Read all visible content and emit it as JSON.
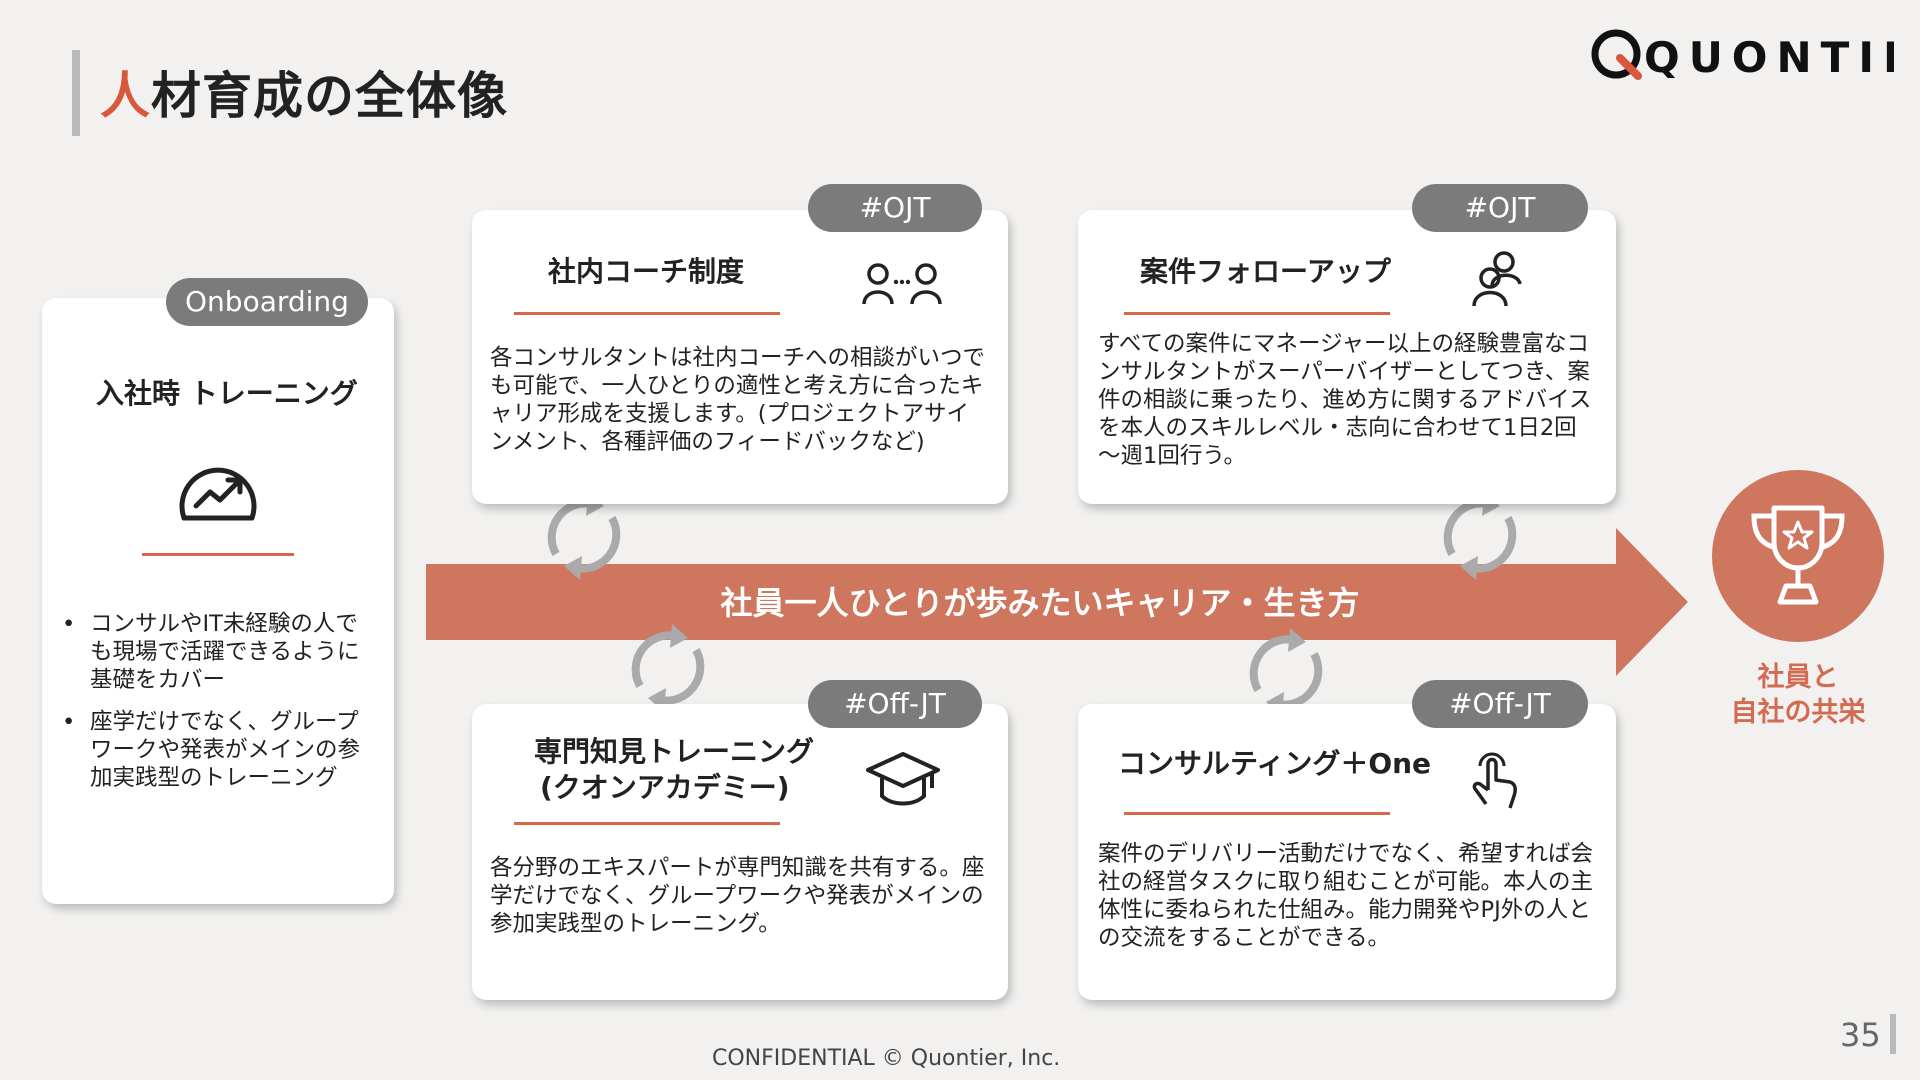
{
  "header": {
    "title_accent": "人",
    "title_rest": "材育成の全体像",
    "logo_text": "QUONTIER"
  },
  "onboarding": {
    "tag": "Onboarding",
    "title": "入社時 トレーニング",
    "icon": "growth-chart-icon",
    "bullets": [
      "コンサルやIT未経験の人でも現場で活躍できるように基礎をカバー",
      "座学だけでなく、グループワークや発表がメインの参加実践型のトレーニング"
    ]
  },
  "cards": {
    "coach": {
      "tag": "#OJT",
      "title": "社内コーチ制度",
      "icon": "people-link-icon",
      "body": "各コンサルタントは社内コーチへの相談がいつでも可能で、一人ひとりの適性と考え方に合ったキャリア形成を支援します。(プロジェクトアサインメント、各種評価のフィードバックなど)"
    },
    "followup": {
      "tag": "#OJT",
      "title": "案件フォローアップ",
      "icon": "two-people-icon",
      "body": "すべての案件にマネージャー以上の経験豊富なコンサルタントがスーパーバイザーとしてつき、案件の相談に乗ったり、進め方に関するアドバイスを本人のスキルレベル・志向に合わせて1日2回～週1回行う。"
    },
    "academy": {
      "tag": "#Off-JT",
      "title_line1": "専門知見トレーニング",
      "title_line2": "(クオンアカデミー)",
      "icon": "graduation-cap-icon",
      "body": "各分野のエキスパートが専門知識を共有する。座学だけでなく、グループワークや発表がメインの参加実践型のトレーニング。"
    },
    "plusone": {
      "tag": "#Off-JT",
      "title": "コンサルティング＋One",
      "icon": "pointer-hand-icon",
      "body": "案件のデリバリー活動だけでなく、希望すれば会社の経営タスクに取り組むことが可能。本人の主体性に委ねられた仕組み。能力開発やPJ外の人との交流をすることができる。"
    }
  },
  "arrow_label": "社員一人ひとりが歩みたいキャリア・生き方",
  "goal": {
    "icon": "trophy-icon",
    "line1": "社員と",
    "line2": "自社の共栄"
  },
  "footer": "CONFIDENTIAL © Quontier, Inc.",
  "page_number": "35",
  "colors": {
    "accent": "#d9573a",
    "arrow": "#cf765f",
    "tag": "#7b7b7b",
    "background": "#f2f1f0"
  }
}
